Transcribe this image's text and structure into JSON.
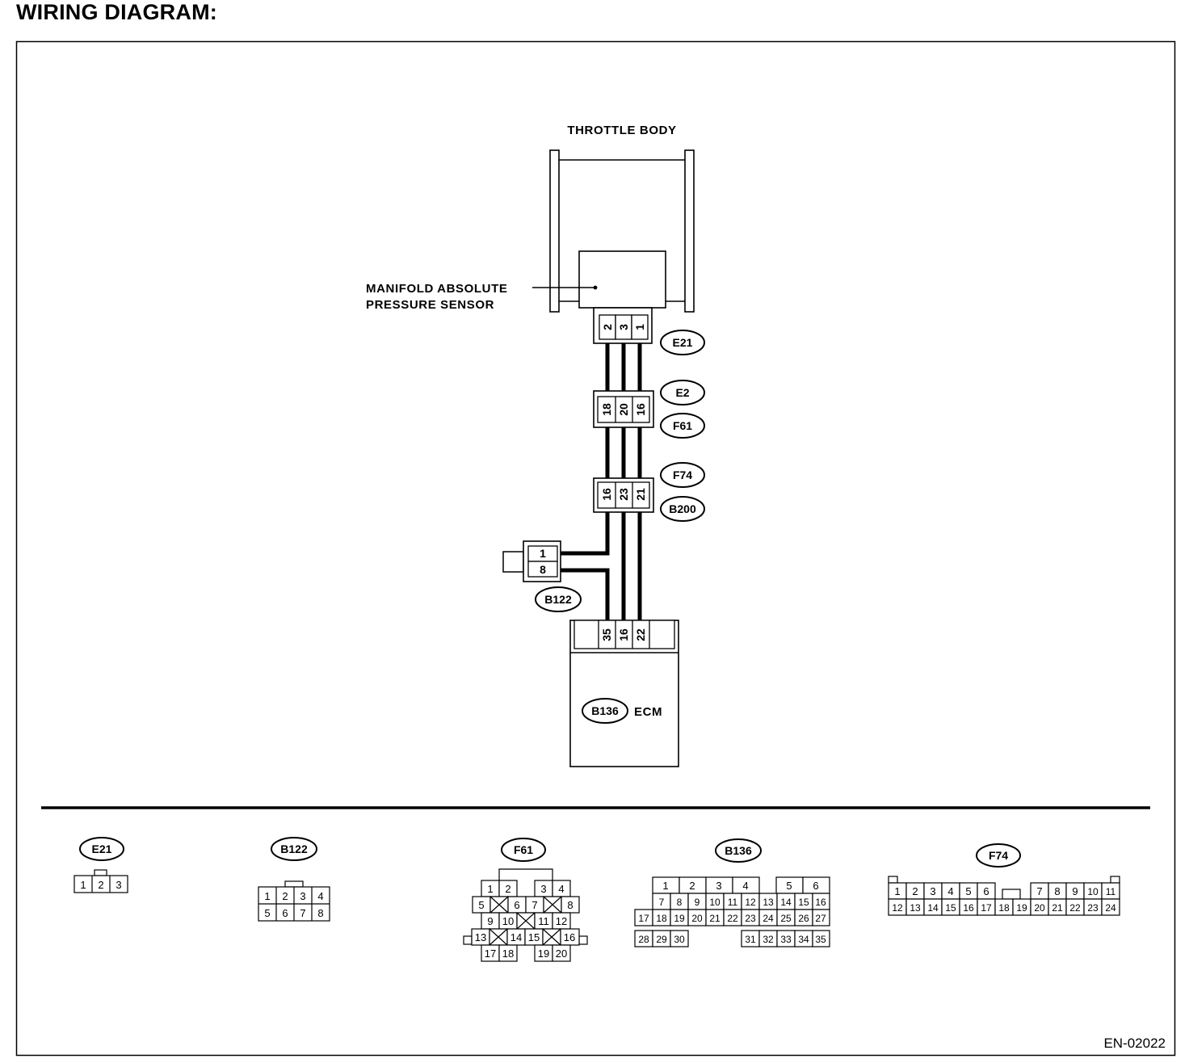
{
  "title": "WIRING DIAGRAM:",
  "figure_id": "EN-02022",
  "components": {
    "throttle_body": "THROTTLE BODY",
    "sensor_line1": "MANIFOLD ABSOLUTE",
    "sensor_line2": "PRESSURE SENSOR",
    "ecm": "ECM"
  },
  "connectors": {
    "e21": {
      "id": "E21",
      "pins": [
        "2",
        "3",
        "1"
      ]
    },
    "e2": {
      "id": "E2"
    },
    "f61": {
      "id": "F61",
      "pins": [
        "18",
        "20",
        "16"
      ]
    },
    "f74": {
      "id": "F74"
    },
    "b200": {
      "id": "B200",
      "pins": [
        "16",
        "23",
        "21"
      ]
    },
    "b122": {
      "id": "B122",
      "pins": [
        "1",
        "8"
      ]
    },
    "b136": {
      "id": "B136",
      "pins": [
        "35",
        "16",
        "22"
      ]
    }
  },
  "pin_maps": {
    "e21": {
      "label": "E21",
      "rows": [
        [
          "1",
          "2",
          "3"
        ]
      ]
    },
    "b122": {
      "label": "B122",
      "rows": [
        [
          "1",
          "2",
          "3",
          "4"
        ],
        [
          "5",
          "6",
          "7",
          "8"
        ]
      ]
    },
    "f61": {
      "label": "F61",
      "rows": [
        [
          "1",
          "2",
          "3",
          "4"
        ],
        [
          "5",
          "6",
          "7",
          "8"
        ],
        [
          "9",
          "10",
          "11",
          "12"
        ],
        [
          "13",
          "14",
          "15",
          "16"
        ],
        [
          "17",
          "18",
          "19",
          "20"
        ]
      ]
    },
    "b136": {
      "label": "B136",
      "rows": [
        [
          "1",
          "2",
          "3",
          "4",
          "5",
          "6"
        ],
        [
          "7",
          "8",
          "9",
          "10",
          "11",
          "12",
          "13",
          "14",
          "15",
          "16"
        ],
        [
          "17",
          "18",
          "19",
          "20",
          "21",
          "22",
          "23",
          "24",
          "25",
          "26",
          "27"
        ],
        [
          "28",
          "29",
          "30",
          "31",
          "32",
          "33",
          "34",
          "35"
        ]
      ]
    },
    "f74": {
      "label": "F74",
      "rows": [
        [
          "1",
          "2",
          "3",
          "4",
          "5",
          "6",
          "7",
          "8",
          "9",
          "10",
          "11"
        ],
        [
          "12",
          "13",
          "14",
          "15",
          "16",
          "17",
          "18",
          "19",
          "20",
          "21",
          "22",
          "23",
          "24"
        ]
      ]
    }
  }
}
